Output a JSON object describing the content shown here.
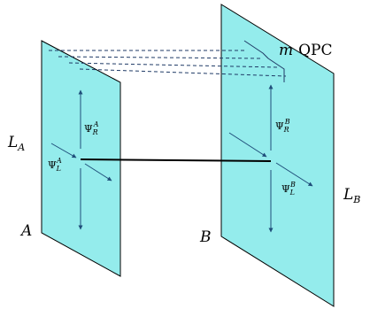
{
  "colors": {
    "panel_fill": "#94ecec",
    "panel_stroke": "#000000",
    "arrow": "#1f4e7a",
    "link": "#000000",
    "dashes": "#1f3a66"
  },
  "labels": {
    "panel_a": "A",
    "panel_b": "B",
    "lead_a": "L",
    "lead_a_sub": "A",
    "lead_b": "L",
    "lead_b_sub": "B",
    "qpc_m": "m",
    "qpc_text": "QPC",
    "psi": "Ψ",
    "a_right_sub": "R",
    "a_right_sup": "A",
    "a_left_sub": "L",
    "a_left_sup": "A",
    "b_right_sub": "R",
    "b_right_sup": "B",
    "b_left_sub": "L",
    "b_left_sup": "B"
  }
}
